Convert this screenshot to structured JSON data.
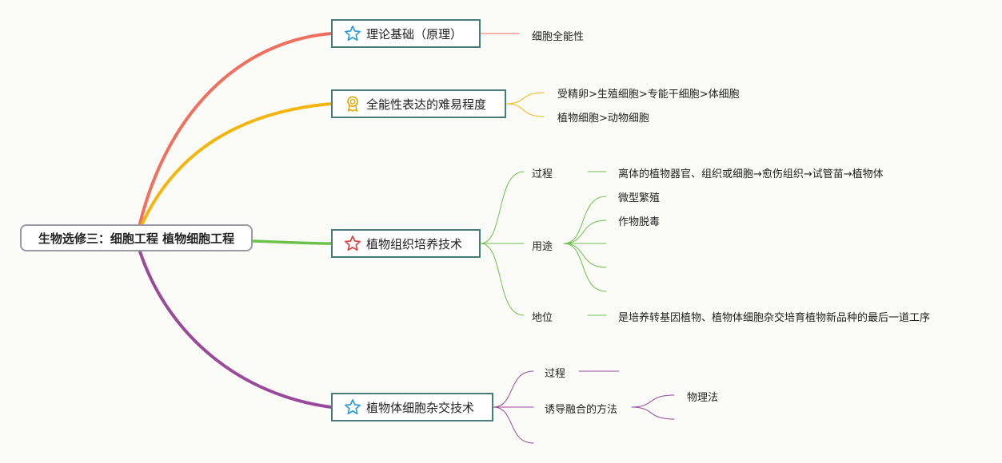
{
  "root": {
    "label": "生物选修三：细胞工程 植物细胞工程"
  },
  "branches": [
    {
      "label": "理论基础（原理）",
      "icon": "star-outline-blue-icon",
      "color": "#f07060",
      "children": [
        {
          "label": "细胞全能性"
        }
      ]
    },
    {
      "label": "全能性表达的难易程度",
      "icon": "award-ribbon-icon",
      "color": "#f5b50f",
      "children": [
        {
          "label": "受精卵>生殖细胞>专能干细胞>体细胞"
        },
        {
          "label": "植物细胞>动物细胞"
        }
      ]
    },
    {
      "label": "植物组织培养技术",
      "icon": "star-outline-red-icon",
      "color": "#6cc24a",
      "children": [
        {
          "label": "过程",
          "children": [
            {
              "label": "离体的植物器官、组织或细胞→愈伤组织→试管苗→植物体"
            }
          ]
        },
        {
          "label": "用途",
          "children": [
            {
              "label": "微型繁殖"
            },
            {
              "label": "作物脱毒"
            },
            {
              "label": ""
            },
            {
              "label": ""
            },
            {
              "label": ""
            }
          ]
        },
        {
          "label": "地位",
          "children": [
            {
              "label": "是培养转基因植物、植物体细胞杂交培育植物新品种的最后一道工序"
            }
          ]
        }
      ]
    },
    {
      "label": "植物体细胞杂交技术",
      "icon": "star-outline-blue-icon",
      "color": "#9a4a9a",
      "children": [
        {
          "label": "过程",
          "children": [
            {
              "label": ""
            }
          ]
        },
        {
          "label": "诱导融合的方法",
          "children": [
            {
              "label": "物理法"
            },
            {
              "label": ""
            }
          ]
        },
        {
          "label": ""
        }
      ]
    }
  ]
}
